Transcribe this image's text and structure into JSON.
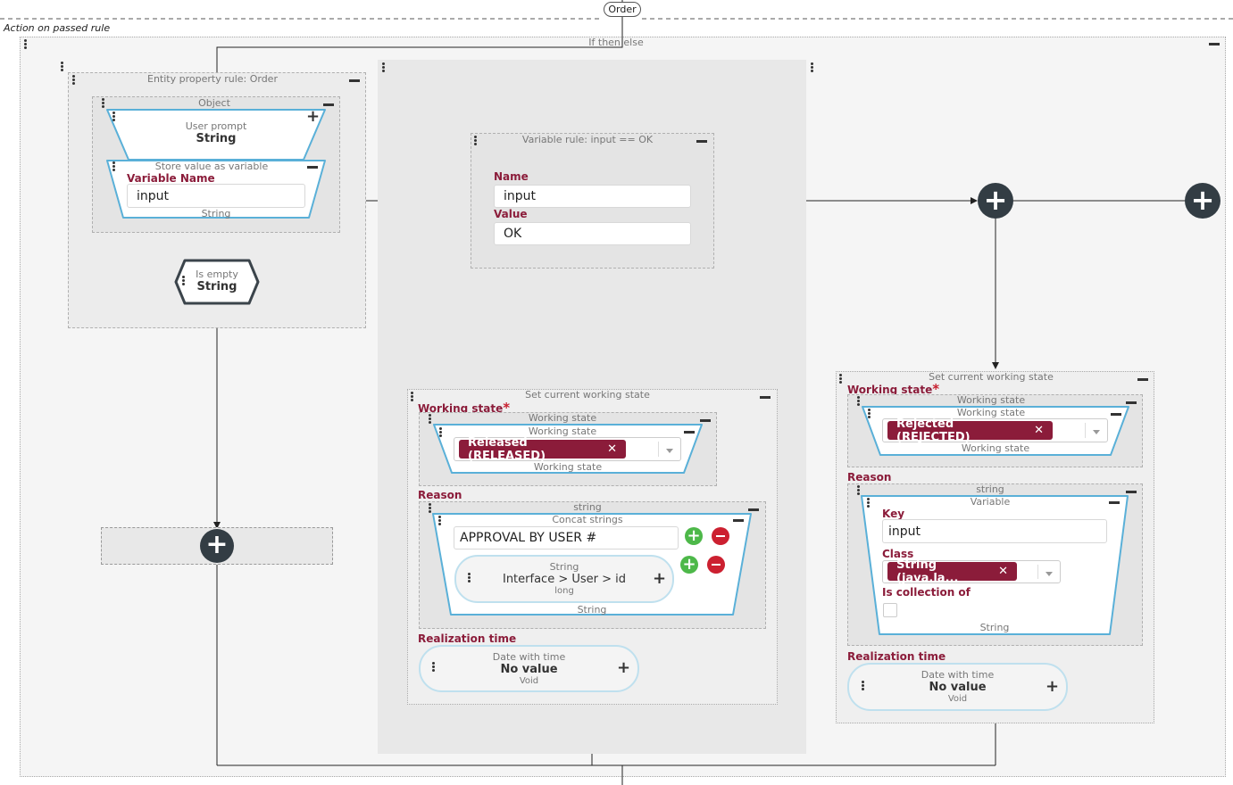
{
  "top": {
    "order_label": "Order",
    "action_label": "Action on passed rule"
  },
  "ifthenelse": {
    "title": "If then else"
  },
  "entity_rule": {
    "title": "Entity property rule: Order",
    "object_title": "Object",
    "user_prompt_label": "User prompt",
    "user_prompt_type": "String",
    "store_title": "Store value as variable",
    "var_name_label": "Variable Name",
    "var_name_value": "input",
    "store_type": "String",
    "is_empty_label": "Is empty",
    "is_empty_type": "String"
  },
  "variable_rule": {
    "title": "Variable rule: input == OK",
    "name_label": "Name",
    "name_value": "input",
    "value_label": "Value",
    "value_value": "OK"
  },
  "set_state_left": {
    "title": "Set current working state",
    "working_state_label": "Working state",
    "required_mark": "*",
    "ws_outer_title": "Working state",
    "ws_inner_title": "Working state",
    "chip": "Released (RELEASED)",
    "chip_close": "✕",
    "ws_footer": "Working state",
    "reason_label": "Reason",
    "string_title": "string",
    "concat_title": "Concat strings",
    "concat_value": "APPROVAL BY USER #",
    "pill_type": "String",
    "pill_path": "Interface > User > id",
    "pill_sub": "long",
    "concat_footer": "String",
    "realization_label": "Realization time",
    "date_type": "Date with time",
    "date_value": "No value",
    "date_sub": "Void"
  },
  "set_state_right": {
    "title": "Set current working state",
    "working_state_label": "Working state",
    "required_mark": "*",
    "ws_outer_title": "Working state",
    "ws_inner_title": "Working state",
    "chip": "Rejected (REJECTED)",
    "chip_close": "✕",
    "ws_footer": "Working state",
    "reason_label": "Reason",
    "string_title": "string",
    "variable_title": "Variable",
    "key_label": "Key",
    "key_value": "input",
    "class_label": "Class",
    "class_chip": "String (java.la...",
    "class_chip_close": "✕",
    "collection_label": "Is collection of",
    "variable_footer": "String",
    "realization_label": "Realization time",
    "date_type": "Date with time",
    "date_value": "No value",
    "date_sub": "Void"
  }
}
